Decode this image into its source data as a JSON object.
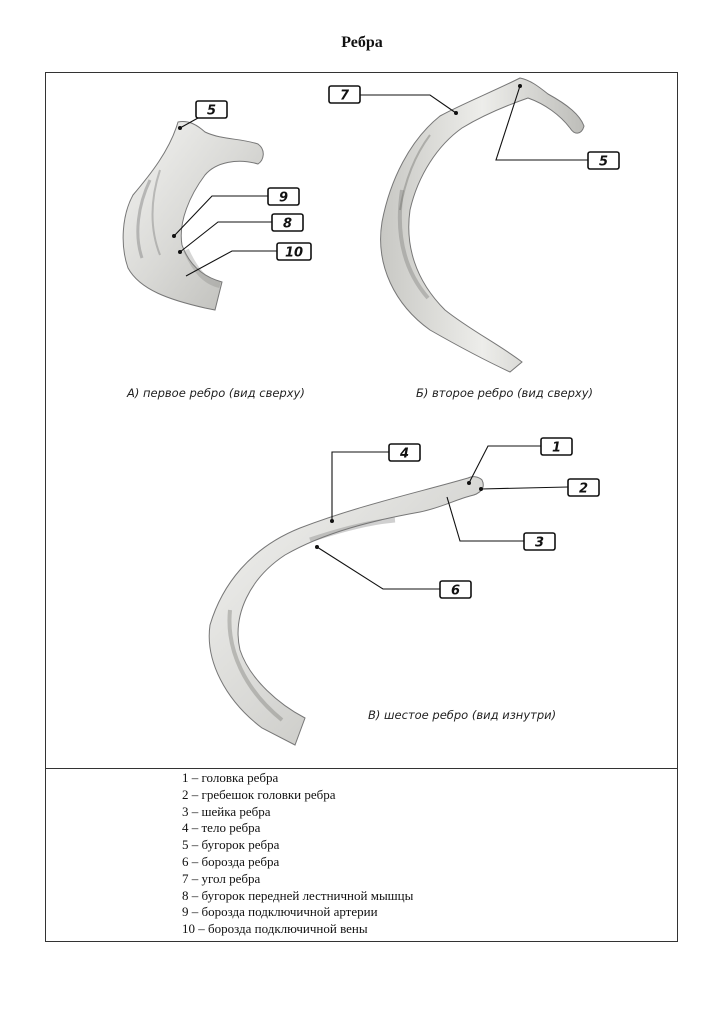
{
  "title": "Ребра",
  "figures": {
    "a": {
      "caption": "А) первое ребро (вид сверху)",
      "labels": [
        "5",
        "9",
        "8",
        "10"
      ]
    },
    "b": {
      "caption": "Б) второе ребро (вид сверху)",
      "labels": [
        "7",
        "5"
      ]
    },
    "c": {
      "caption": "В) шестое ребро (вид изнутри)",
      "labels": [
        "4",
        "1",
        "2",
        "3",
        "6"
      ]
    }
  },
  "legend": [
    "1 – головка ребра",
    "2 – гребешок головки ребра",
    "3 – шейка ребра",
    "4 – тело ребра",
    "5 – бугорок ребра",
    "6 – борозда ребра",
    "7 – угол ребра",
    "8 – бугорок передней лестничной мышцы",
    "9 – борозда подключичной артерии",
    "10 – борозда подключичной вены"
  ]
}
